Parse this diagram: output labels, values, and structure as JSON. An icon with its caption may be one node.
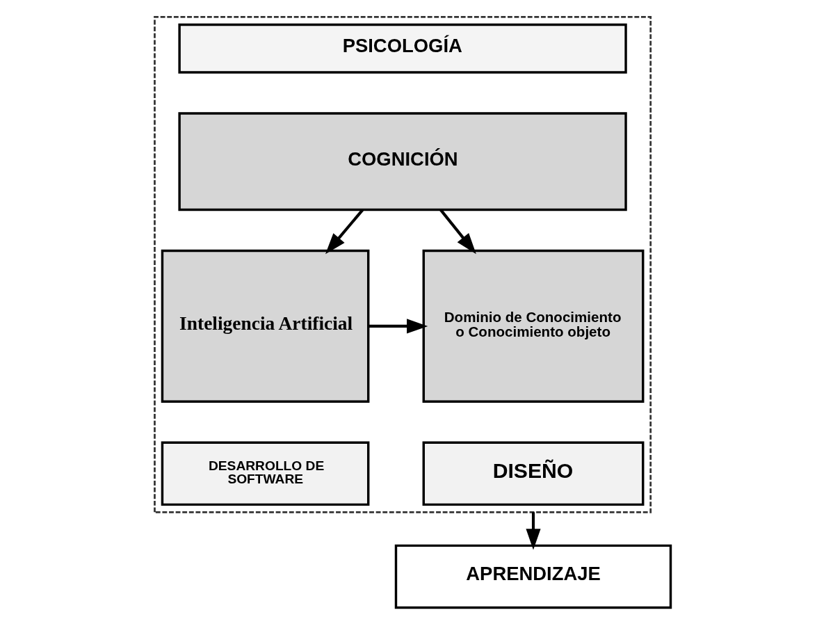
{
  "diagram": {
    "nodes": [
      {
        "text": [],
        "shape": "box"
      },
      {
        "text": [
          "PSICOLOGÍA"
        ],
        "in": 0
      },
      {
        "text": [
          "COGNICIÓN"
        ],
        "in": 0
      },
      {
        "text": [
          "Inteligencia Artificial"
        ],
        "in": 0
      },
      {
        "text": [
          "DESARROLLO DE SOFTWARE"
        ],
        "in": 0
      },
      {
        "text": [
          "Dominio de Conocimiento o Conocimiento objeto"
        ],
        "in": 0
      },
      {
        "text": [
          "DISEÑO"
        ],
        "in": 0
      },
      {
        "text": [
          "APRENDIZAJE"
        ]
      }
    ],
    "edges": [
      {
        "from": 2,
        "to": 3,
        "arrow": "to"
      },
      {
        "from": 2,
        "to": 5,
        "arrow": "to"
      },
      {
        "from": 3,
        "to": 5,
        "arrow": "to"
      },
      {
        "from": 0,
        "to": 7,
        "arrow": "to"
      }
    ]
  }
}
